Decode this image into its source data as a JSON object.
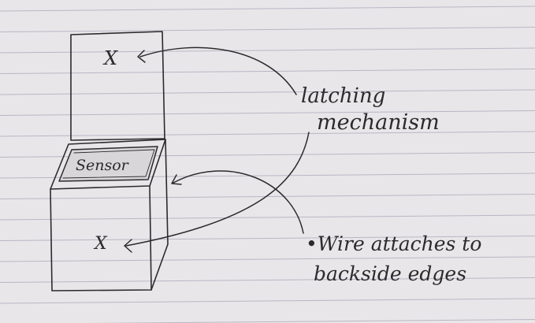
{
  "sketch": {
    "box_label": "Sensor",
    "top_mark": "X",
    "bottom_mark": "X",
    "annotation_latch": {
      "line1": "latching",
      "line2": "mechanism"
    },
    "annotation_wire": {
      "line1": "•Wire attaches to",
      "line2": "backside edges"
    }
  },
  "colors": {
    "paper": "#e9e6ea",
    "rule_line": "#b9b6c4",
    "ink": "#2b2b2b",
    "sensor_inner": "#d9d6da"
  }
}
